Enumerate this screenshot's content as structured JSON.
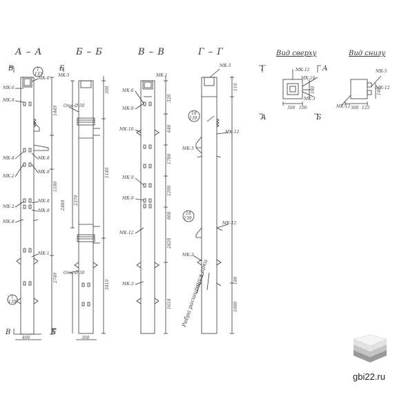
{
  "sections": {
    "a": "А – А",
    "b": "Б – Б",
    "v": "В – В",
    "g": "Г – Г"
  },
  "views": {
    "top": "Вид сверху",
    "bottom": "Вид снизу"
  },
  "marks": {
    "v": "В",
    "b": "Б",
    "g": "Г",
    "a": "А"
  },
  "parts": {
    "mk6": "МК-6",
    "mk9": "МК-9",
    "mk8": "МК-8",
    "mk2": "МК-2",
    "mk1": "МК-1",
    "mk12": "МК-12",
    "mk10": "МК-10",
    "mk5": "МК-5",
    "mk3": "МК-3"
  },
  "dims": {
    "d1449": "1449",
    "d1100": "1100",
    "d2480": "2480",
    "d2749": "2749",
    "d300": "300",
    "d1140": "1140",
    "d2370": "2370",
    "d3410": "3410",
    "d520": "520",
    "d640": "640",
    "d1700": "1700",
    "d1290": "1290",
    "d800": "800",
    "d2420": "2420",
    "d1610": "1610",
    "d110": "110",
    "d400": "400",
    "d180": "180",
    "d100": "100",
    "d125": "125",
    "d140": "140",
    "d1000": "1000"
  },
  "callouts": {
    "c1": "1",
    "c133": "133",
    "c18": "18",
    "c139": "139"
  },
  "notes": {
    "hole": "Отв Ø 50",
    "ribs": "Ребра расширения арки"
  },
  "site": "gbi22.ru"
}
